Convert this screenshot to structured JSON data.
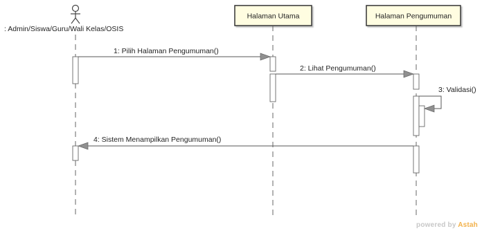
{
  "diagram": {
    "actor": {
      "name": ": Admin/Siswa/Guru/Wali Kelas/OSIS",
      "icon": "stick-figure-icon"
    },
    "lifelines": [
      {
        "name": "Halaman Utama"
      },
      {
        "name": "Halaman Pengumuman"
      }
    ],
    "messages": [
      {
        "label": "1: Pilih Halaman Pengumuman()",
        "from": "actor",
        "to": "Halaman Utama",
        "type": "sync"
      },
      {
        "label": "2: Lihat Pengumuman()",
        "from": "Halaman Utama",
        "to": "Halaman Pengumuman",
        "type": "sync"
      },
      {
        "label": "3: Validasi()",
        "from": "Halaman Pengumuman",
        "to": "Halaman Pengumuman",
        "type": "self"
      },
      {
        "label": "4: Sistem Menampilkan Pengumuman()",
        "from": "Halaman Pengumuman",
        "to": "actor",
        "type": "return"
      }
    ],
    "colors": {
      "box_fill": "#fffde1",
      "box_border": "#333333",
      "line": "#555555",
      "arrowhead": "#909090"
    }
  },
  "watermark": {
    "prefix": "powered by ",
    "brand": "Astah"
  }
}
